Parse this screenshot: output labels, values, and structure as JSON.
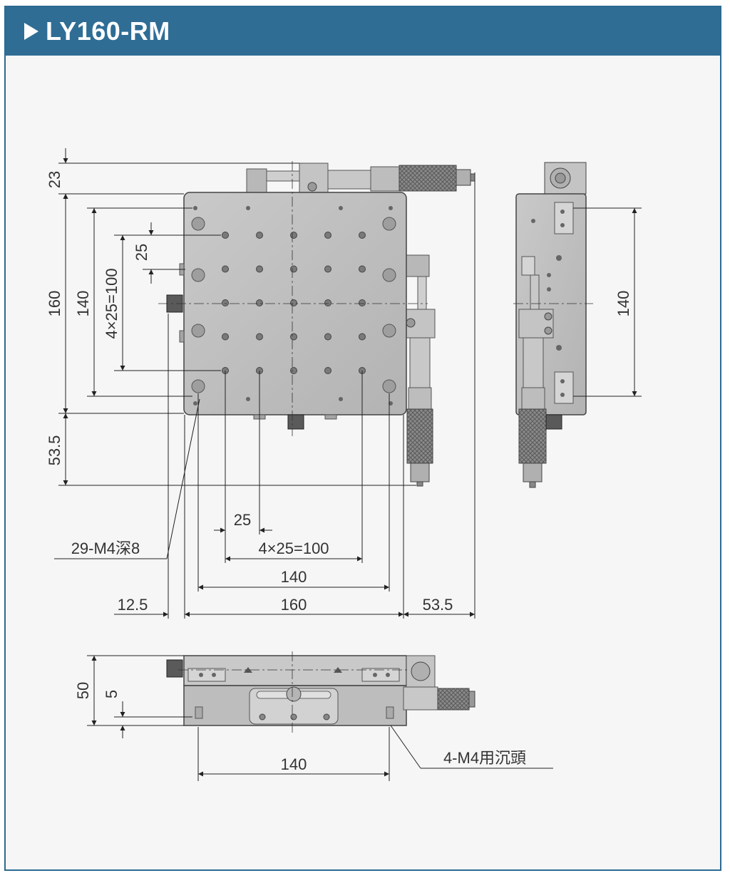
{
  "header": {
    "title": "LY160-RM"
  },
  "top_view": {
    "dim_height_23": "23",
    "dim_height_160": "160",
    "dim_height_140": "140",
    "dim_pitch_vertical": "4×25=100",
    "dim_pitch_25_vertical": "25",
    "dim_bottom_53_5": "53.5",
    "dim_pitch_25_horizontal": "25",
    "dim_pitch_horizontal": "4×25=100",
    "dim_width_140": "140",
    "dim_left_12_5": "12.5",
    "dim_width_160": "160",
    "dim_right_53_5": "53.5",
    "callout_holes": "29-M4深8"
  },
  "side_view": {
    "dim_height_140": "140"
  },
  "front_view": {
    "dim_height_50": "50",
    "dim_height_5": "5",
    "dim_width_140": "140",
    "callout_counterbore": "4-M4用沉頭"
  }
}
